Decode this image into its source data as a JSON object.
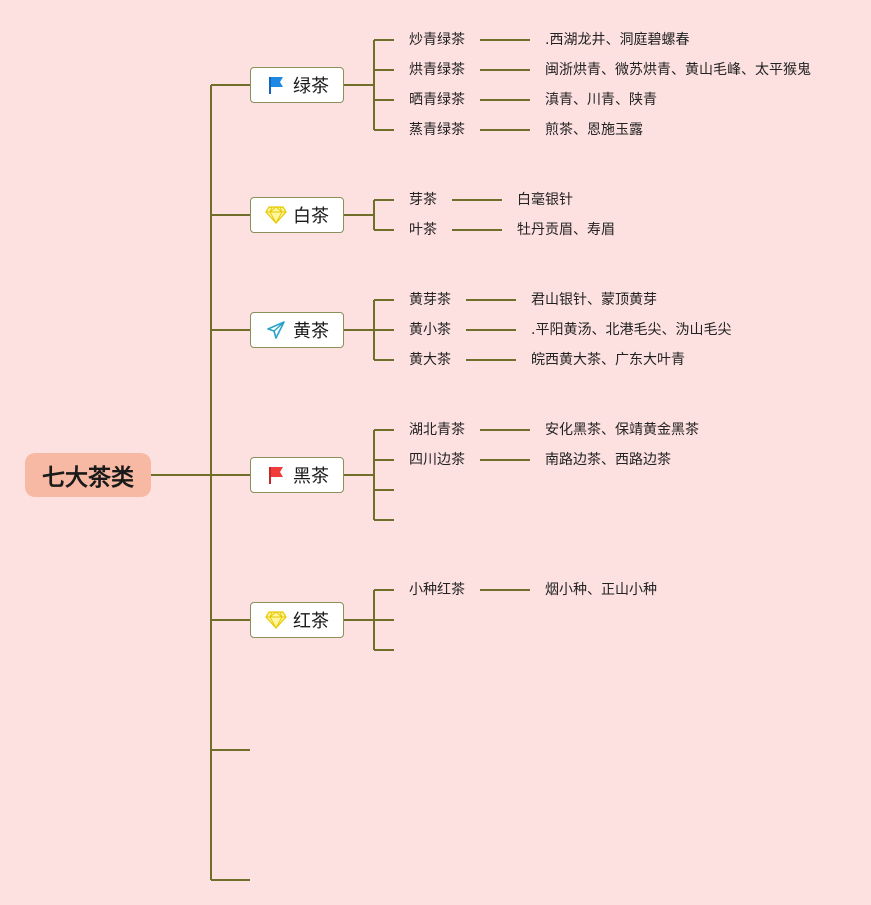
{
  "root": {
    "label": "七大茶类"
  },
  "branches": [
    {
      "label": "绿茶",
      "icon": "blue-flag-icon",
      "children": [
        {
          "label": "炒青绿茶",
          "detail": ".西湖龙井、洞庭碧螺春"
        },
        {
          "label": "烘青绿茶",
          "detail": "闽浙烘青、微苏烘青、黄山毛峰、太平猴鬼"
        },
        {
          "label": "晒青绿茶",
          "detail": "滇青、川青、陕青"
        },
        {
          "label": "蒸青绿茶",
          "detail": "煎茶、恩施玉露"
        }
      ]
    },
    {
      "label": "白茶",
      "icon": "diamond-icon",
      "children": [
        {
          "label": "芽茶",
          "detail": "白毫银针"
        },
        {
          "label": "叶茶",
          "detail": "牡丹贡眉、寿眉"
        }
      ]
    },
    {
      "label": "黄茶",
      "icon": "paper-plane-icon",
      "children": [
        {
          "label": "黄芽茶",
          "detail": "君山银针、蒙顶黄芽"
        },
        {
          "label": "黄小茶",
          "detail": ".平阳黄汤、北港毛尖、沩山毛尖"
        },
        {
          "label": "黄大茶",
          "detail": "皖西黄大茶、广东大叶青"
        }
      ]
    },
    {
      "label": "黑茶",
      "icon": "red-flag-icon",
      "children": [
        {
          "label": "湖北青茶",
          "detail": "安化黑茶、保靖黄金黑茶"
        },
        {
          "label": "四川边茶",
          "detail": "南路边茶、西路边茶"
        },
        {
          "label": "",
          "detail": ""
        },
        {
          "label": "",
          "detail": ""
        }
      ]
    },
    {
      "label": "红茶",
      "icon": "diamond-icon",
      "children": [
        {
          "label": "小种红茶",
          "detail": "烟小种、正山小种"
        },
        {
          "label": "",
          "detail": ""
        },
        {
          "label": "",
          "detail": ""
        }
      ]
    }
  ],
  "colors": {
    "background": "#fde0e0",
    "root": "#f8b9a4",
    "line": "#6f6f2a"
  }
}
